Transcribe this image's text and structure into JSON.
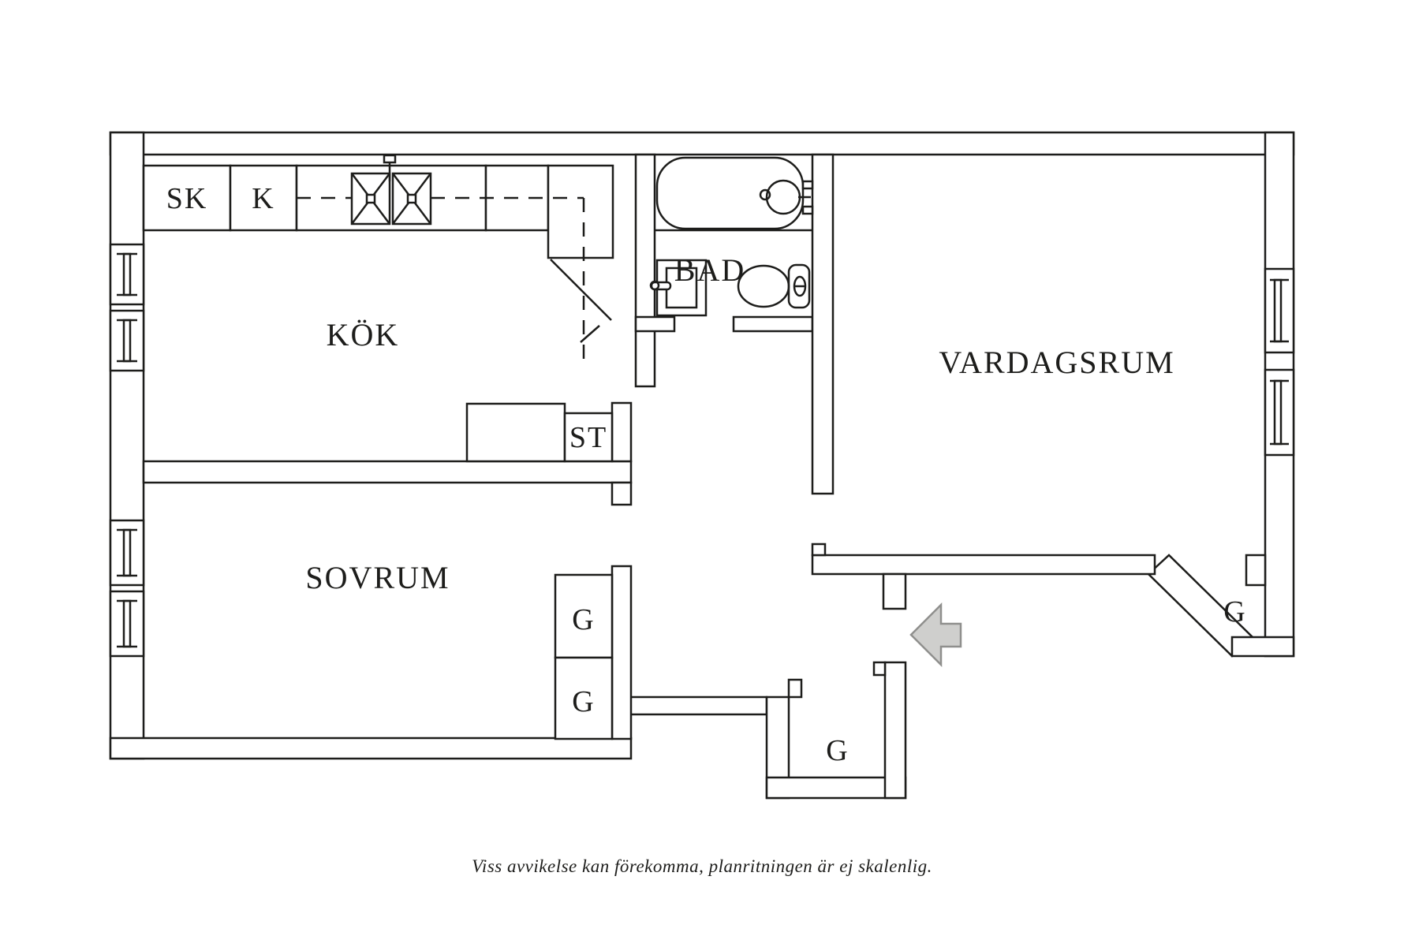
{
  "rooms": {
    "kitchen": {
      "label": "KÖK"
    },
    "bedroom": {
      "label": "SOVRUM"
    },
    "living_room": {
      "label": "VARDAGSRUM"
    },
    "bathroom": {
      "label": "BAD"
    }
  },
  "closets": {
    "sk": {
      "label": "SK"
    },
    "k": {
      "label": "K"
    },
    "st": {
      "label": "ST"
    },
    "g_bedroom_upper": {
      "label": "G"
    },
    "g_bedroom_lower": {
      "label": "G"
    },
    "g_hall_corner": {
      "label": "G"
    },
    "g_entry": {
      "label": "G"
    }
  },
  "caption": "Viss avvikelse kan förekomma, planritningen är ej skalenlig.",
  "icons": {
    "bathtub": "bathtub-icon",
    "toilet": "toilet-icon",
    "washbasin": "washbasin-icon",
    "kitchen_sink": "kitchen-sink-icon",
    "entry_arrow": "entry-arrow-icon"
  },
  "colors": {
    "line": "#1d1d1b",
    "background": "#ffffff",
    "arrow_fill": "#cfcfcd",
    "arrow_stroke": "#8f8f8d"
  }
}
